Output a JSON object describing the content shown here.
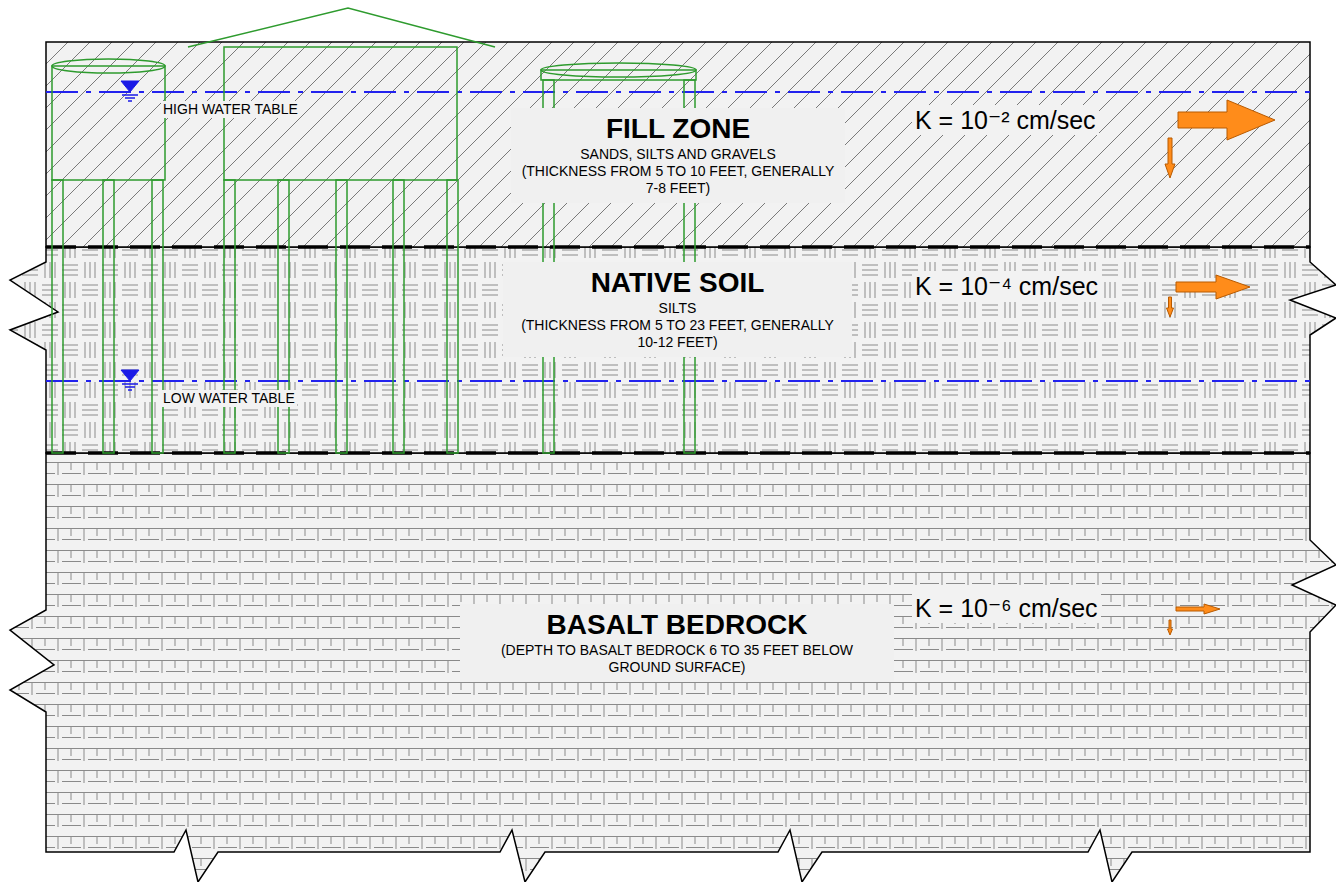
{
  "diagram": {
    "nodes": [
      {
        "text": [
          "FILL ZONE",
          "SANDS, SILTS AND GRAVELS",
          "(THICKNESS FROM 5 TO 10 FEET, GENERALLY 7-8 FEET)"
        ]
      },
      {
        "text": [
          "NATIVE SOIL",
          "SILTS",
          "(THICKNESS FROM 5 TO 23 FEET, GENERALLY 10-12 FEET)"
        ]
      },
      {
        "text": [
          "BASALT BEDROCK",
          "(DEPTH TO BASALT BEDROCK 6 TO 35 FEET BELOW GROUND SURFACE)"
        ]
      }
    ],
    "labels": [
      "HIGH WATER TABLE",
      "LOW WATER TABLE",
      "K = 10⁻² cm/sec",
      "K = 10⁻⁴ cm/sec",
      "K = 10⁻⁶ cm/sec"
    ]
  }
}
